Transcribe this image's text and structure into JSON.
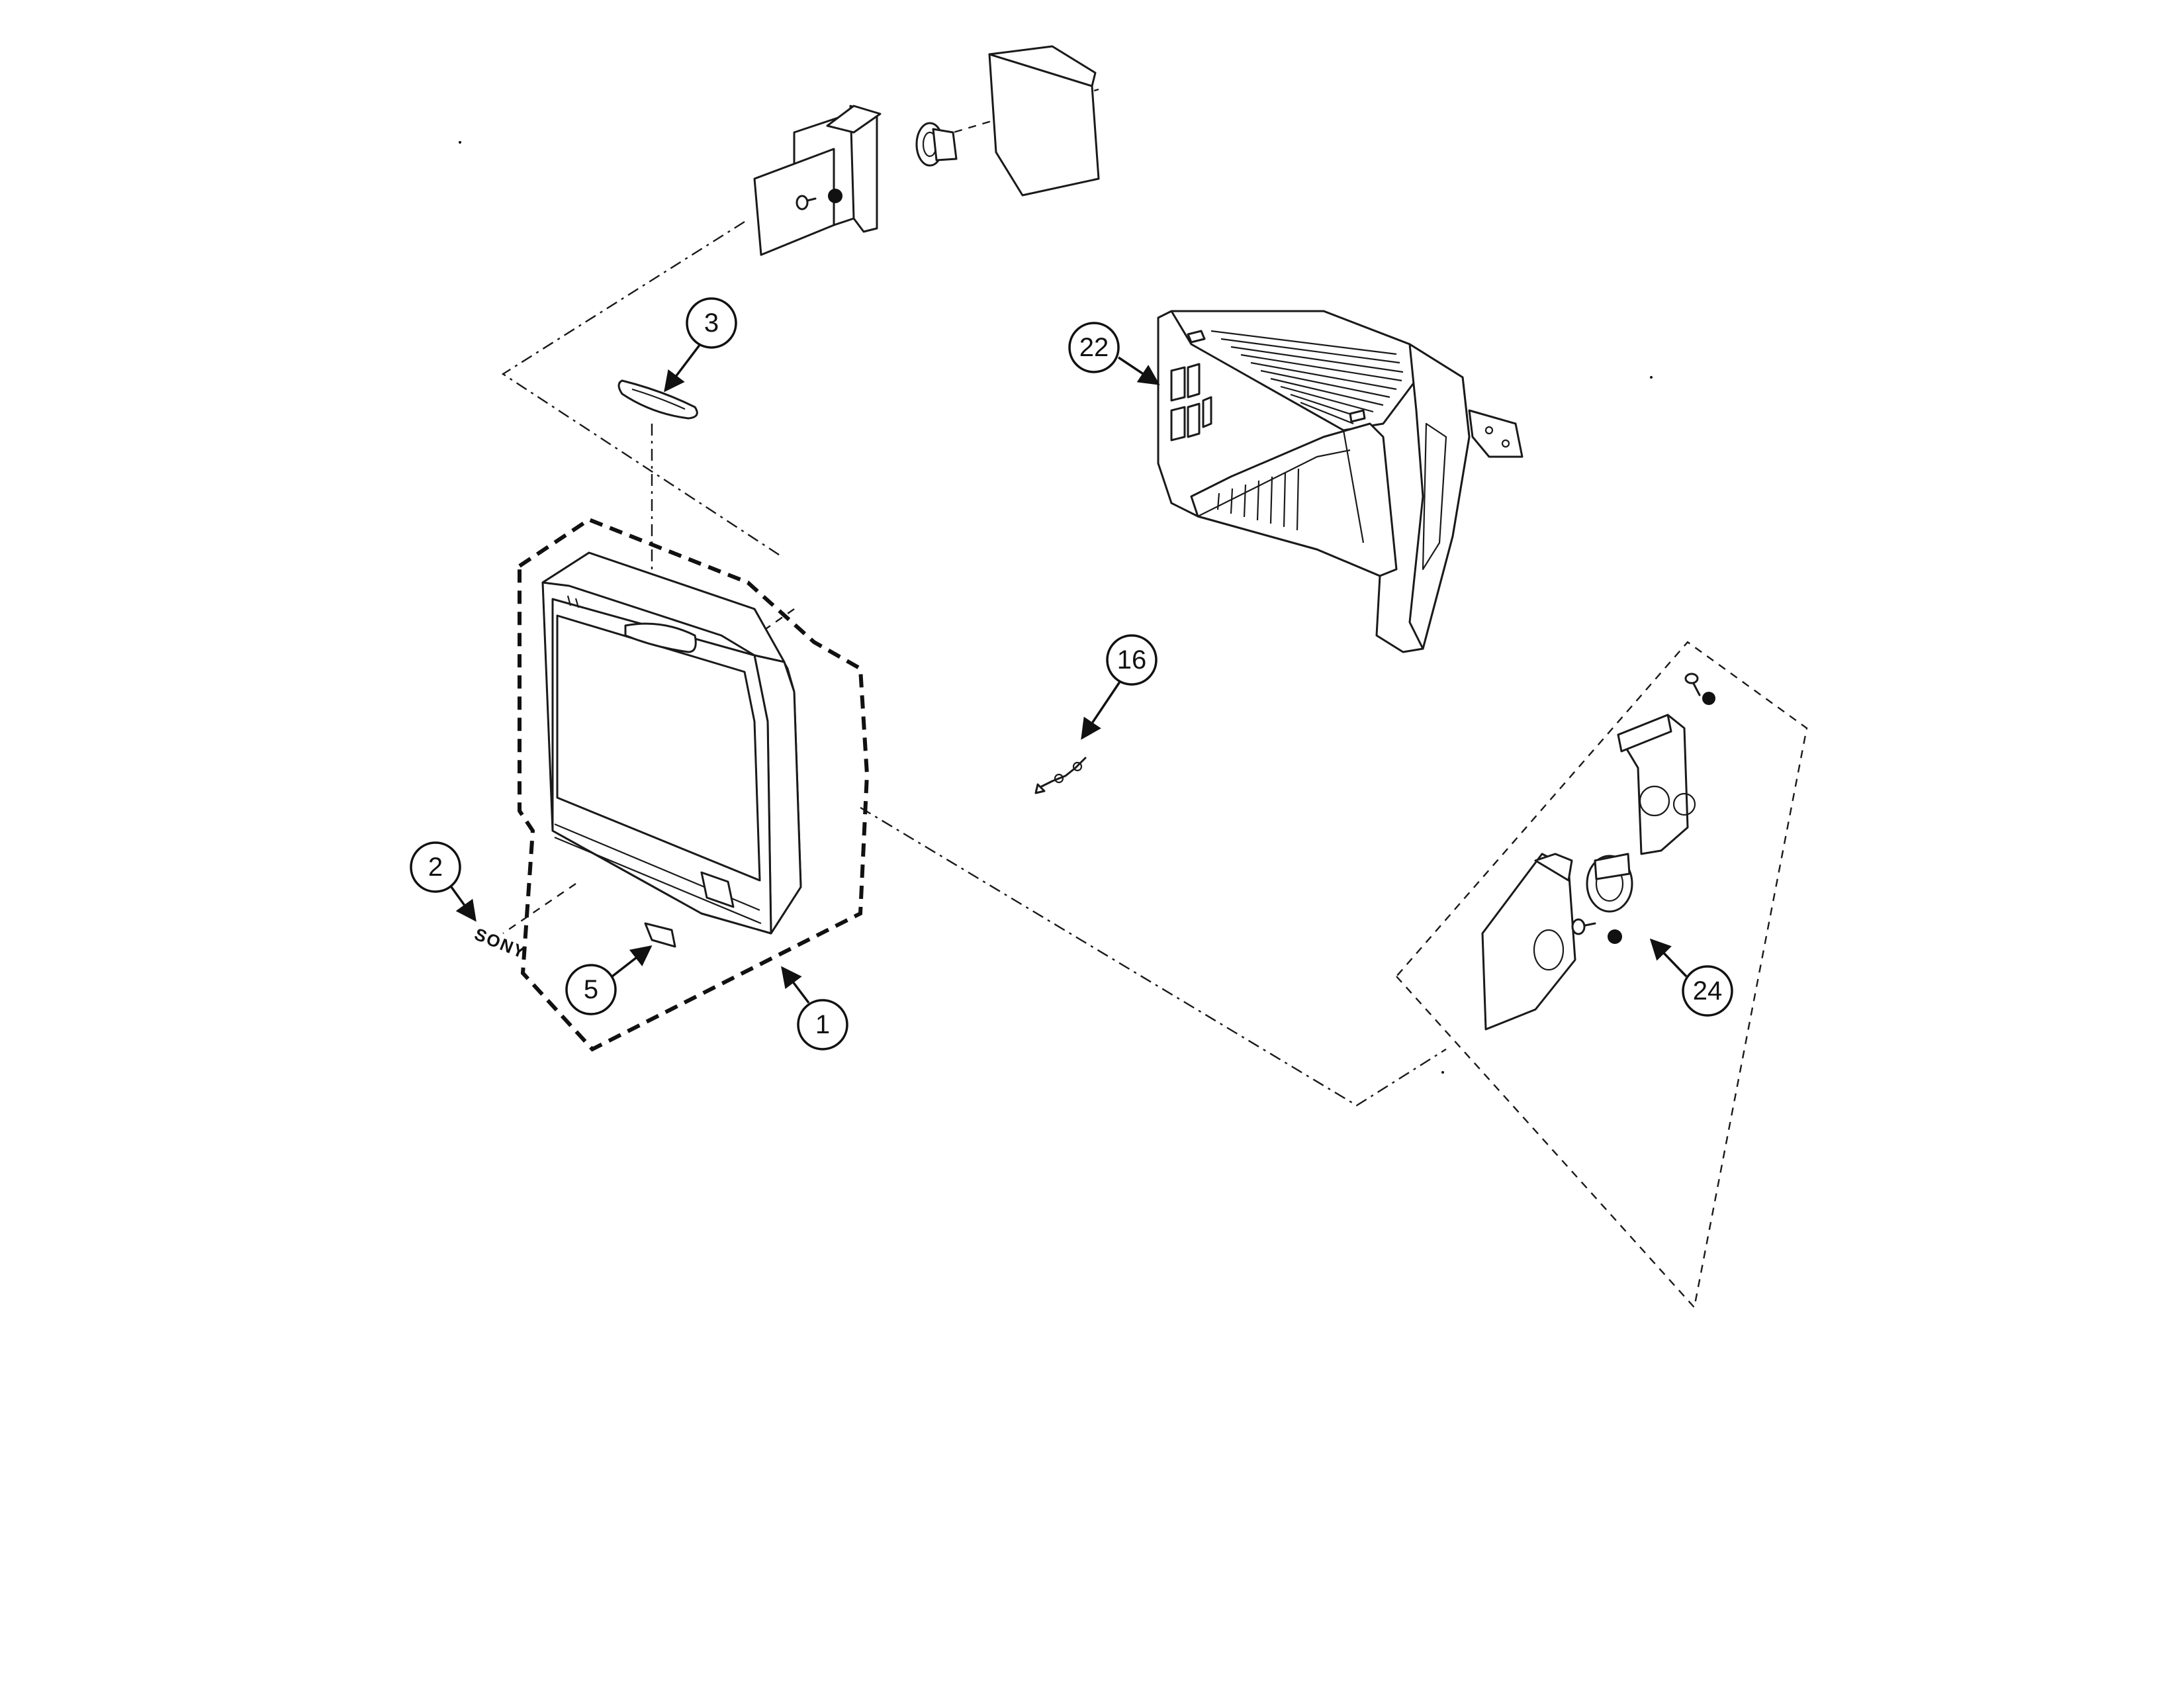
{
  "brand_label": "SONY",
  "callouts": [
    {
      "id": "1",
      "label": "1"
    },
    {
      "id": "2",
      "label": "2"
    },
    {
      "id": "3",
      "label": "3"
    },
    {
      "id": "5",
      "label": "5"
    },
    {
      "id": "16",
      "label": "16"
    },
    {
      "id": "22",
      "label": "22"
    },
    {
      "id": "24",
      "label": "24"
    }
  ]
}
